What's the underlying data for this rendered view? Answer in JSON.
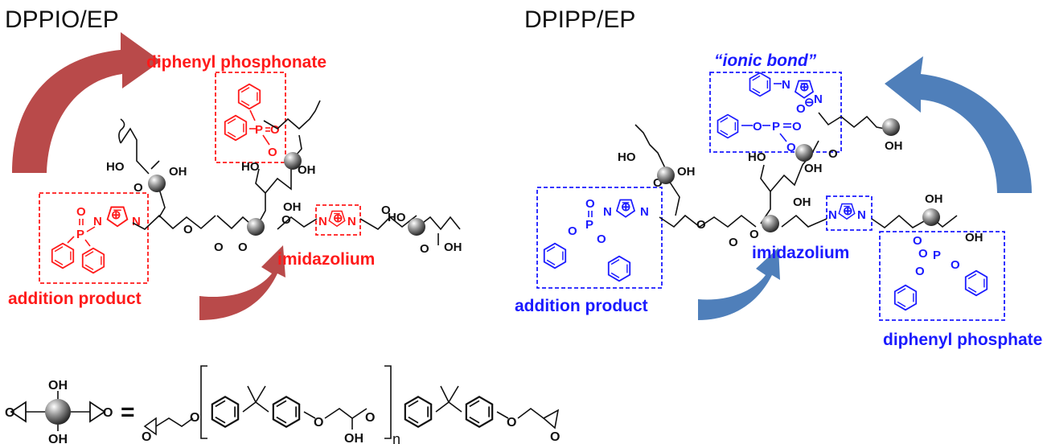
{
  "colors": {
    "left_accent": "#ff1a1a",
    "right_accent": "#1a1aff",
    "left_arrow": "#b94a4a",
    "right_arrow": "#4f7fba",
    "bond": "#111111"
  },
  "left": {
    "title": "DPPIO/EP",
    "labels": {
      "phosphonate": "diphenyl phosphonate",
      "imidazolium": "imidazolium",
      "addition": "addition product"
    }
  },
  "right": {
    "title": "DPIPP/EP",
    "labels": {
      "ionic": "“ionic bond”",
      "imidazolium": "imidazolium",
      "addition": "addition product",
      "phosphate": "diphenyl phosphate"
    }
  },
  "atoms": {
    "oh": "OH",
    "ho": "HO",
    "o": "O",
    "p": "P",
    "n": "N",
    "nplus": "N",
    "plus": "⊕",
    "minus": "⊖",
    "o_minus": "O"
  },
  "legend": {
    "equals": "=",
    "subscript": "n",
    "oh": "OH",
    "o": "O"
  },
  "icons": {
    "epoxy_unit": "sphere-icon",
    "arrow": "curved-arrow-icon",
    "phenyl": "benzene-ring-icon",
    "imidazolium_ring": "imidazolium-ring-icon"
  }
}
